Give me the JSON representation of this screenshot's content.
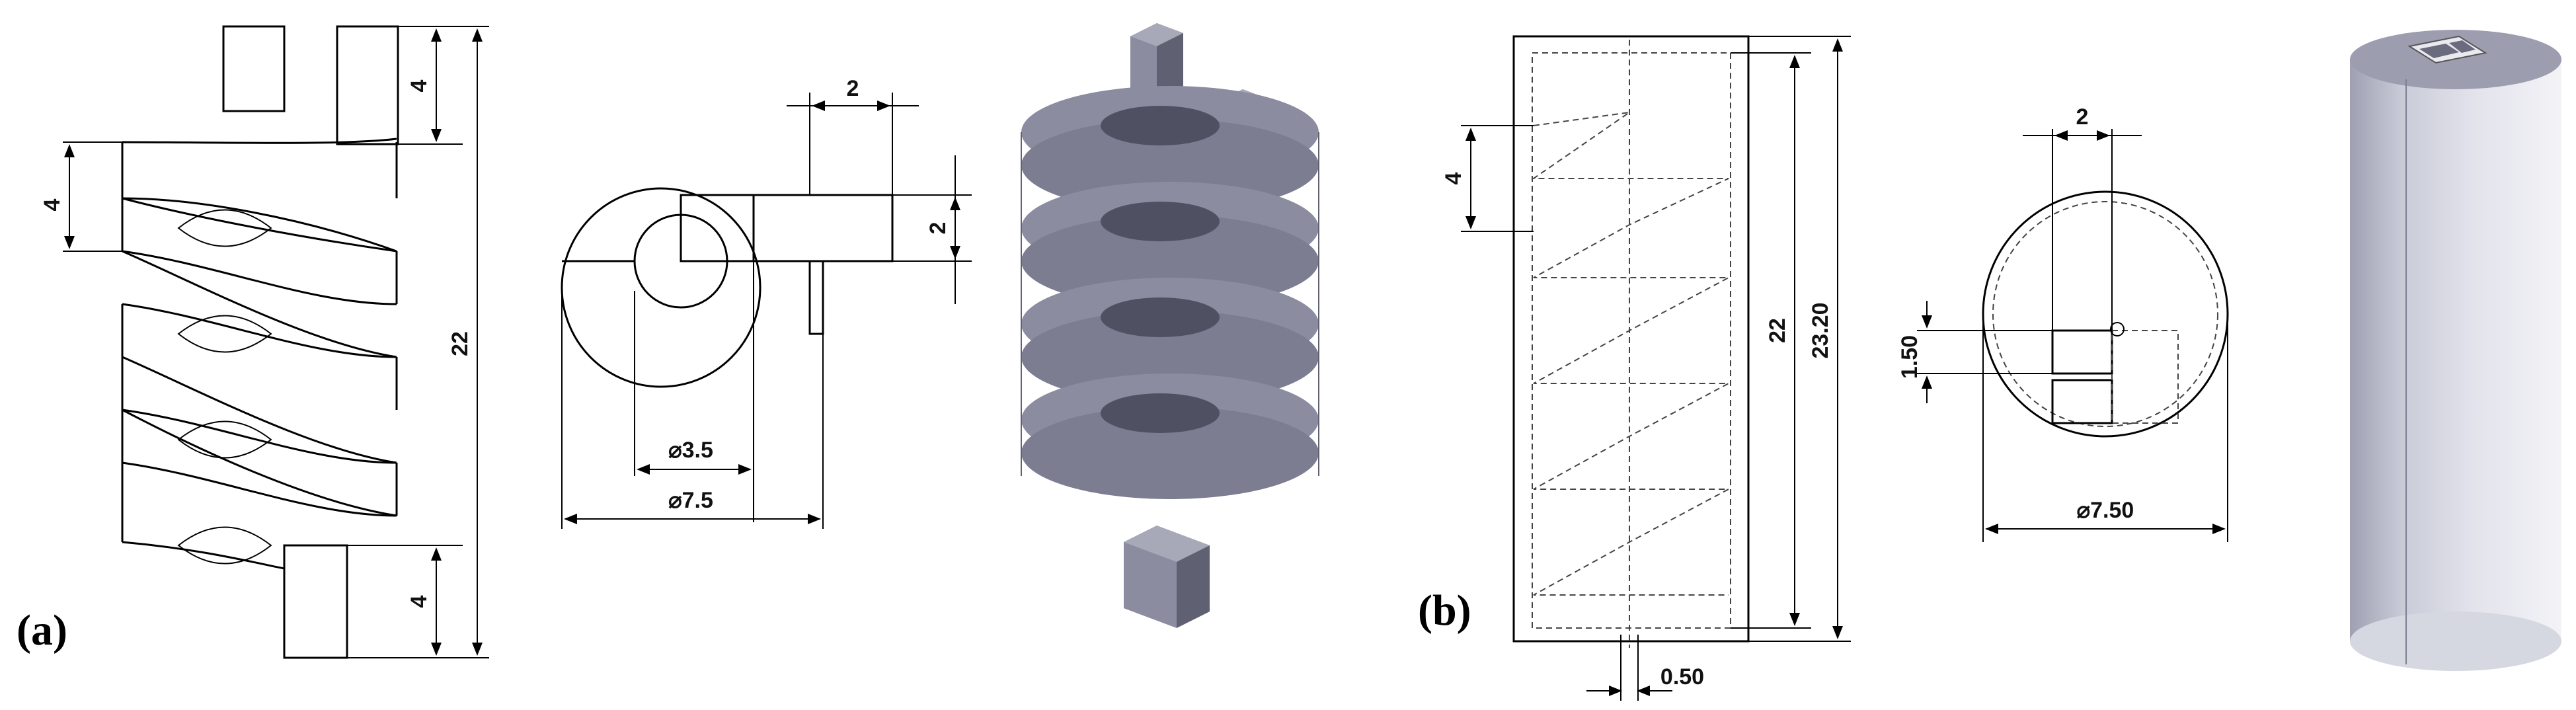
{
  "panels": {
    "a": {
      "label": "(a)",
      "dims": {
        "pitch": "4",
        "top_block": "4",
        "bottom_block": "4",
        "total_height": "22",
        "block_width": "2",
        "block_height": "2",
        "inner_dia": "3.5",
        "outer_dia": "7.5"
      }
    },
    "b": {
      "label": "(b)",
      "dims": {
        "pitch": "4",
        "coil_height": "22",
        "total_height": "23.20",
        "wall": "0.50",
        "slot_width": "2",
        "slot_height": "1.50",
        "outer_dia": "7.50"
      }
    }
  },
  "symbols": {
    "diameter": "⌀"
  },
  "colors": {
    "solid_face": "#8b8ca0",
    "solid_dark": "#5f6072",
    "solid_light": "#a7a8b8",
    "cylinder": "#c8cad6"
  }
}
